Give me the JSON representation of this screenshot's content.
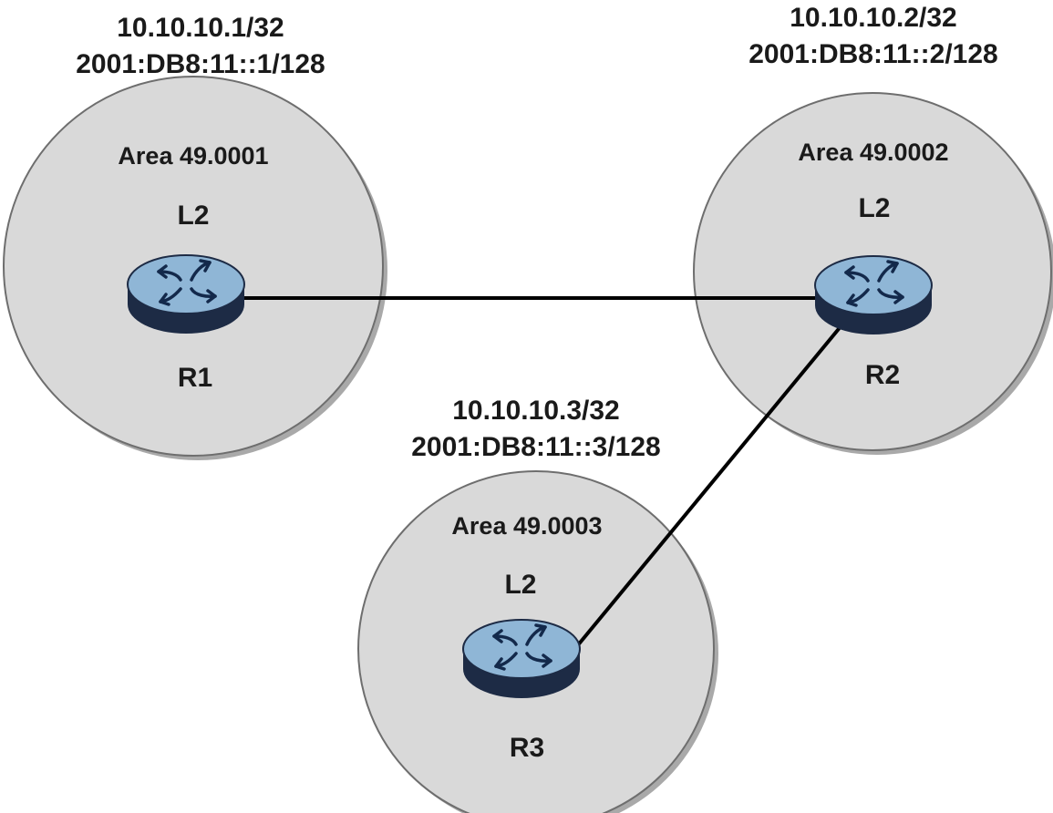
{
  "colors": {
    "area_fill": "#d9d9d9",
    "area_stroke": "#6e6e6e",
    "area_shadow": "#a9a9a9",
    "router_top": "#8fb6d6",
    "router_side": "#1d2b45",
    "router_arrows": "#13294b",
    "link": "#000000",
    "text": "#1a1a1a"
  },
  "icons": {
    "router": "router-icon"
  },
  "routers": [
    {
      "name": "R1",
      "area": "Area 49.0001",
      "level": "L2",
      "ipv4": "10.10.10.1/32",
      "ipv6": "2001:DB8:11::1/128"
    },
    {
      "name": "R2",
      "area": "Area 49.0002",
      "level": "L2",
      "ipv4": "10.10.10.2/32",
      "ipv6": "2001:DB8:11::2/128"
    },
    {
      "name": "R3",
      "area": "Area 49.0003",
      "level": "L2",
      "ipv4": "10.10.10.3/32",
      "ipv6": "2001:DB8:11::3/128"
    }
  ],
  "links": [
    {
      "from": "R1",
      "to": "R2"
    },
    {
      "from": "R2",
      "to": "R3"
    }
  ]
}
